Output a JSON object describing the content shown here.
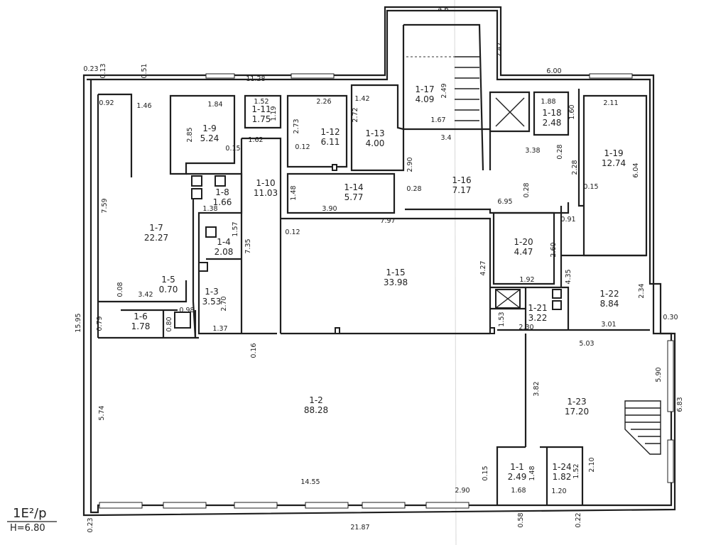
{
  "stamp": {
    "code": "1E²/p",
    "height": "H=6.80"
  },
  "rooms": [
    {
      "id": "1-1",
      "area": "2.49"
    },
    {
      "id": "1-2",
      "area": "88.28"
    },
    {
      "id": "1-3",
      "area": "3.53"
    },
    {
      "id": "1-4",
      "area": "2.08"
    },
    {
      "id": "1-5",
      "area": "0.70"
    },
    {
      "id": "1-6",
      "area": "1.78"
    },
    {
      "id": "1-7",
      "area": "22.27"
    },
    {
      "id": "1-8",
      "area": "1.66"
    },
    {
      "id": "1-9",
      "area": "5.24"
    },
    {
      "id": "1-10",
      "area": "11.03"
    },
    {
      "id": "1-11",
      "area": "1.75"
    },
    {
      "id": "1-12",
      "area": "6.11"
    },
    {
      "id": "1-13",
      "area": "4.00"
    },
    {
      "id": "1-14",
      "area": "5.77"
    },
    {
      "id": "1-15",
      "area": "33.98"
    },
    {
      "id": "1-16",
      "area": "7.17"
    },
    {
      "id": "1-17",
      "area": "4.09"
    },
    {
      "id": "1-18",
      "area": "2.48"
    },
    {
      "id": "1-19",
      "area": "12.74"
    },
    {
      "id": "1-20",
      "area": "4.47"
    },
    {
      "id": "1-21",
      "area": "3.22"
    },
    {
      "id": "1-22",
      "area": "8.84"
    },
    {
      "id": "1-23",
      "area": "17.20"
    },
    {
      "id": "1-24",
      "area": "1.82"
    }
  ],
  "dimensions": [
    "0.23",
    "0.13",
    "0.51",
    "11.28",
    "4.6",
    "2.47",
    "6.00",
    "0.92",
    "1.46",
    "1.84",
    "1.52",
    "1.19",
    "2.26",
    "1.42",
    "2.49",
    "1.88",
    "1.60",
    "2.11",
    "2.85",
    "1.62",
    "0.15",
    "0.12",
    "2.73",
    "2.72",
    "1.67",
    "3.4",
    "3.38",
    "0.28",
    "2.28",
    "6.04",
    "7.59",
    "2.90",
    "0.28",
    "0.15",
    "1.48",
    "3.90",
    "1.38",
    "1.57",
    "7.35",
    "0.12",
    "7.97",
    "6.95",
    "0.28",
    "0.91",
    "2.60",
    "4.27",
    "4.35",
    "1.92",
    "2.34",
    "0.30",
    "3.42",
    "0.08",
    "0.79",
    "0.80",
    "0.98",
    "2.70",
    "1.37",
    "0.16",
    "1.53",
    "2.30",
    "3.01",
    "15.95",
    "5.74",
    "5.03",
    "3.82",
    "5.90",
    "6.83",
    "14.55",
    "0.15",
    "1.48",
    "1.52",
    "2.10",
    "2.90",
    "1.68",
    "1.20",
    "0.23",
    "21.87",
    "0.58",
    "0.22"
  ]
}
